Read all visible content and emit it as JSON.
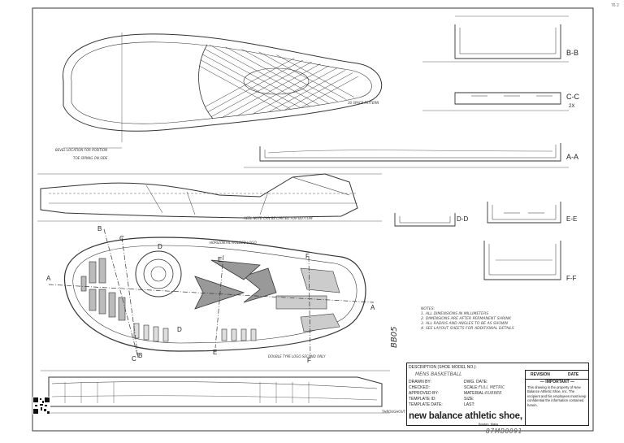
{
  "labels": {
    "section_bb": "B-B",
    "section_cc": "C-C",
    "section_cc_scale": "2X",
    "section_aa": "A-A",
    "section_dd": "D-D",
    "section_ee": "E-E",
    "section_ff": "F-F",
    "outsole_markers": [
      "A",
      "A",
      "B",
      "B",
      "C",
      "C",
      "D",
      "D",
      "E",
      "E",
      "F",
      "F"
    ],
    "side_text": "BB05",
    "page_corner": "76 2"
  },
  "annotations": {
    "heel_position": "BEVEL LOCATION FOR POSITION",
    "pattern_note": "30 SPACE PATTERN",
    "tread_note": "THROUGHOUT",
    "toe_spring": "TOE SPRING ON SIDE",
    "heel_note": "HEEL NOTE CAN BE LIMITED FOR BOTTOM",
    "medial_note": "HORIZONTAL MOLDED LOGO",
    "lateral_note": "DOUBLE TYPE LOGO SECOND ONLY"
  },
  "notes": {
    "title": "NOTES:",
    "lines": [
      "1. ALL DIMENSIONS IN MILLIMETERS",
      "2. DIMENSIONS ARE AFTER PERMANENT SHRINK",
      "3. ALL RADIUS AND ANGLES TO BE AS SHOWN",
      "4. SEE LAYOUT SHEETS FOR ADDITIONAL DETAILS"
    ]
  },
  "titleblock": {
    "description_label": "DESCRIPTION (SHOE MODEL NO.):",
    "description_value": "MENS BASKETBALL",
    "drawn_by_label": "DRAWN BY:",
    "checked_label": "CHECKED:",
    "approved_by_label": "APPROVED BY:",
    "template_id_label": "TEMPLATE ID:",
    "template_date_label": "TEMPLATE DATE:",
    "dwg_date_label": "DWG. DATE:",
    "scale_label": "SCALE:",
    "scale_value": "FULL METRIC",
    "material_label": "MATERIAL:",
    "material_value": "RUBBER",
    "size_label": "SIZE:",
    "last_label": "LAST:",
    "brand": "new balance athletic shoe, inc.",
    "location": "Boston, Mass"
  },
  "revision": {
    "rev_label": "REVISION",
    "date_label": "DATE",
    "important_title": "— IMPORTANT —",
    "important_text": "This drawing is the property of New Balance Athletic Shoe, Inc. The recipient and his employees must keep confidential the information contained herein."
  },
  "drawing_number": "87MB0091"
}
